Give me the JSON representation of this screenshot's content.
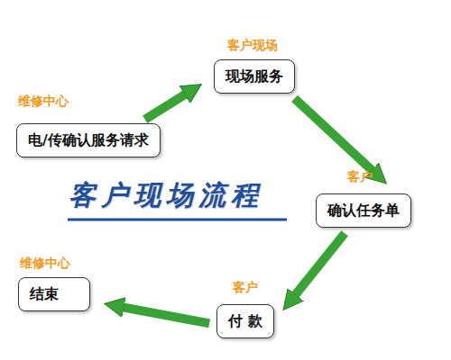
{
  "diagram": {
    "title": "客户现场流程",
    "nodes": [
      {
        "text": [
          "维修中心",
          "电/传确认服务请求"
        ]
      },
      {
        "text": [
          "客户现场",
          "现场服务"
        ]
      },
      {
        "text": [
          "客户",
          "确认任务单"
        ]
      },
      {
        "text": [
          "客户",
          "付 款"
        ]
      },
      {
        "text": [
          "维修中心",
          "结束"
        ]
      }
    ],
    "edges": [
      {
        "from": 0,
        "to": 1,
        "arrow": "to"
      },
      {
        "from": 1,
        "to": 2,
        "arrow": "to"
      },
      {
        "from": 2,
        "to": 3,
        "arrow": "to"
      },
      {
        "from": 3,
        "to": 4,
        "arrow": "to"
      }
    ]
  }
}
